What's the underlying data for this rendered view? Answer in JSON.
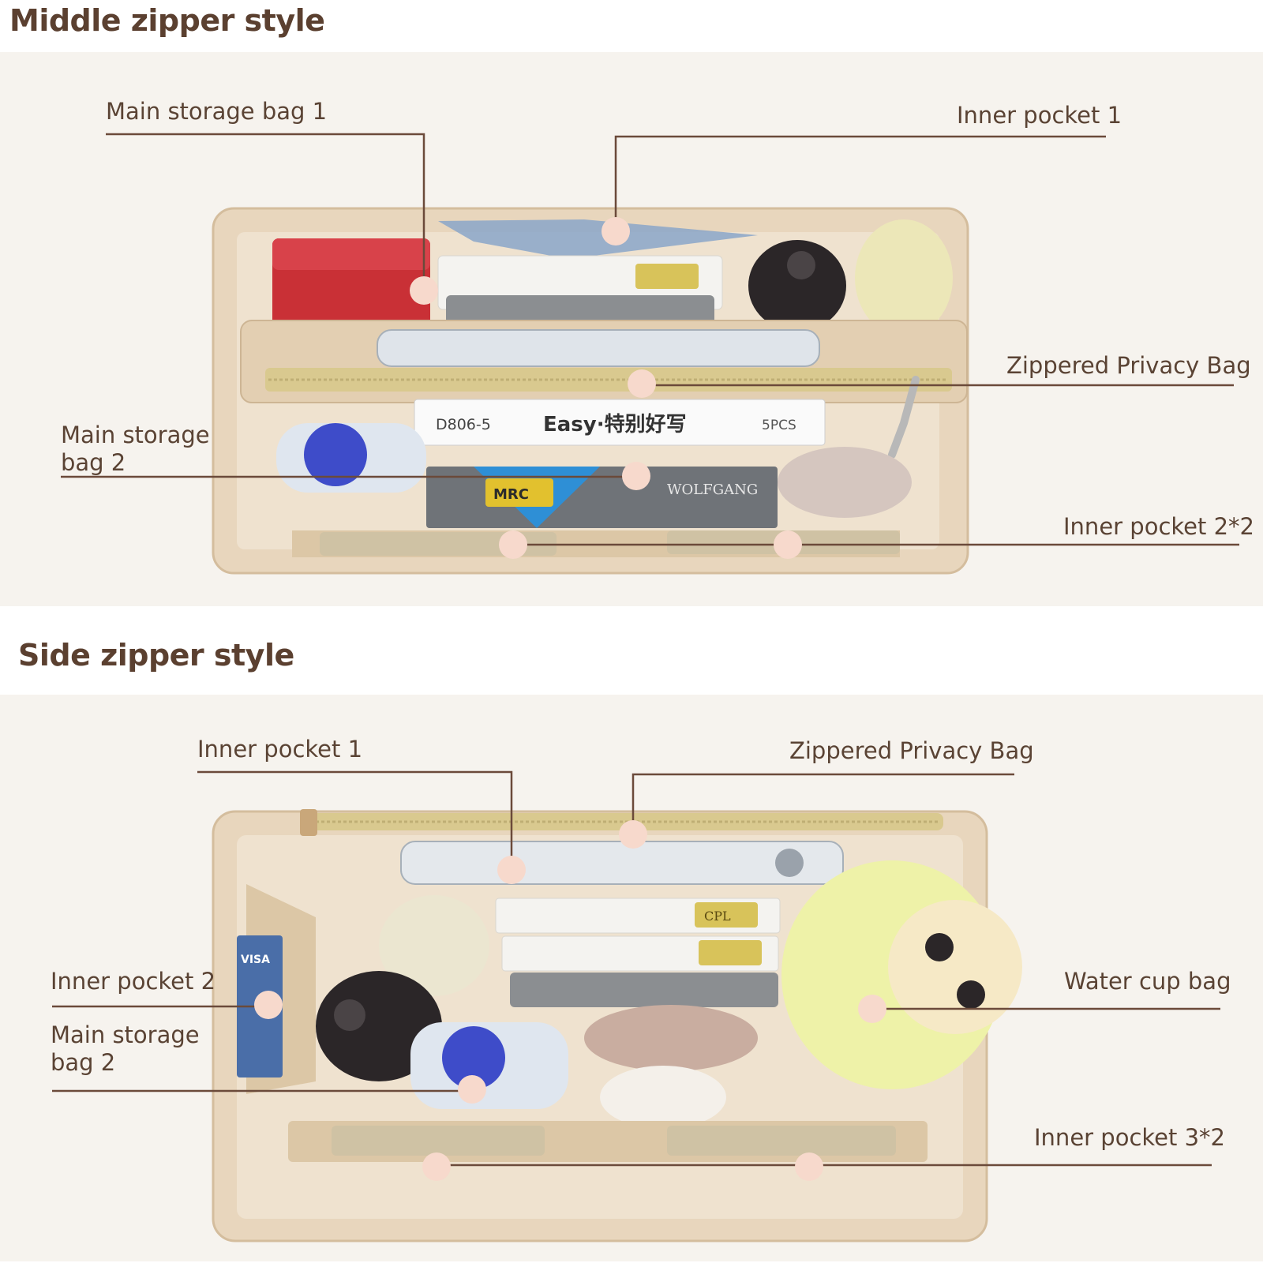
{
  "sections": [
    {
      "title": "Middle zipper style",
      "labels": {
        "main_storage_1": "Main storage bag 1",
        "inner_pocket_1": "Inner pocket 1",
        "zippered_privacy_bag": "Zippered Privacy Bag",
        "main_storage_2": "Main storage\nbag 2",
        "inner_pocket_2x2": "Inner pocket 2*2"
      },
      "product_text": {
        "code": "D806-5",
        "brand": "Easy·特别好写",
        "pcs": "5PCS",
        "mrc": "MRC",
        "wolfgang": "WOLFGANG"
      }
    },
    {
      "title": "Side zipper style",
      "labels": {
        "inner_pocket_1": "Inner pocket 1",
        "zippered_privacy_bag": "Zippered Privacy Bag",
        "inner_pocket_2": "Inner pocket 2",
        "main_storage_2": "Main storage\nbag 2",
        "water_cup_bag": "Water cup bag",
        "inner_pocket_3x2": "Inner pocket 3*2"
      },
      "product_text": {
        "cpl": "CPL",
        "visa": "VISA"
      }
    }
  ],
  "colors": {
    "heading": "#5b4030",
    "label": "#5a4334",
    "leader_line": "#6b4a3a",
    "marker_dot": "#f7d9cc",
    "felt": "#e8d6bd",
    "felt_dark": "#d4bd9d",
    "panel_bg": "#f6f3ee",
    "zipper": "#d9c98f"
  }
}
